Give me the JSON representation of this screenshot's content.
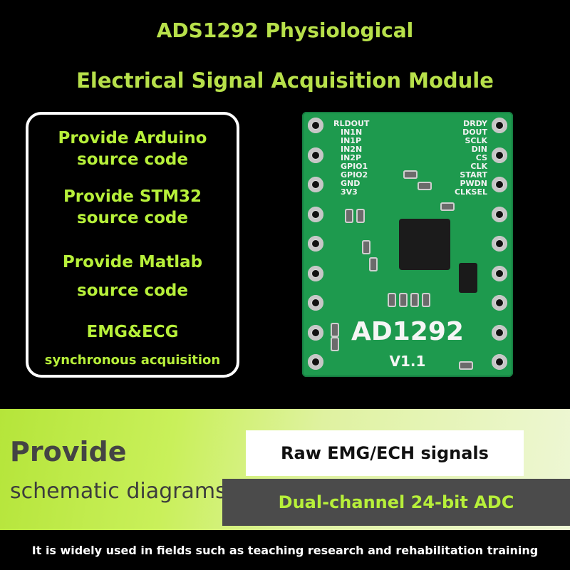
{
  "title": {
    "line1": "ADS1292 Physiological",
    "line2": "Electrical Signal Acquisition Module"
  },
  "features": [
    {
      "line1": "Provide Arduino",
      "line2": "source code"
    },
    {
      "line1": "Provide STM32",
      "line2": "source code"
    },
    {
      "line1": "Provide Matlab",
      "line2": "source code"
    },
    {
      "line1": "EMG&ECG",
      "line2": "synchronous acquisition"
    }
  ],
  "board": {
    "model": "AD1292",
    "version": "V1.1",
    "left_pins": [
      "RLDOUT",
      "IN1N",
      "IN1P",
      "IN2N",
      "IN2P",
      "GPIO1",
      "GPIO2",
      "GND",
      "3V3"
    ],
    "right_pins": [
      "DRDY",
      "DOUT",
      "SCLK",
      "DIN",
      "CS",
      "CLK",
      "START",
      "PWDN",
      "CLKSEL"
    ]
  },
  "bottom": {
    "provide_line1": "Provide",
    "provide_line2": "schematic diagrams",
    "raw_signals": "Raw EMG/ECH signals",
    "adc": "Dual-channel 24-bit ADC",
    "footer": "It is widely used in fields such as teaching research and rehabilitation training"
  },
  "colors": {
    "accent_green": "#b7e04a",
    "pcb_green": "#1e9a4e"
  }
}
